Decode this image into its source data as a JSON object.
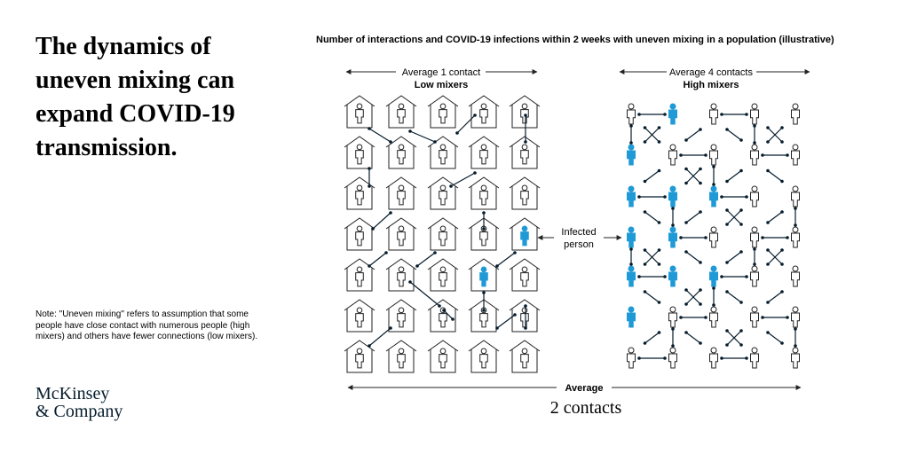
{
  "headline": [
    "The dynamics of",
    "uneven mixing can",
    "expand COVID-19",
    "transmission."
  ],
  "subtitle": "Number of interactions and COVID-19 infections within 2 weeks with uneven mixing in a population (illustrative)",
  "note": "Note: \"Uneven mixing\" refers to assumption that some people have close contact with numerous people (high mixers) and others have fewer connections (low mixers).",
  "logo": [
    "McKinsey",
    "& Company"
  ],
  "low_group": {
    "average_label": "Average 1 contact",
    "group_label": "Low mixers"
  },
  "high_group": {
    "average_label": "Average 4 contacts",
    "group_label": "High mixers"
  },
  "infected_label": [
    "Infected",
    "person"
  ],
  "bottom": {
    "label": "Average",
    "value": "2 contacts"
  },
  "colors": {
    "infected": "#1f9ad6",
    "outline": "#222222",
    "connector": "#051c2c"
  }
}
